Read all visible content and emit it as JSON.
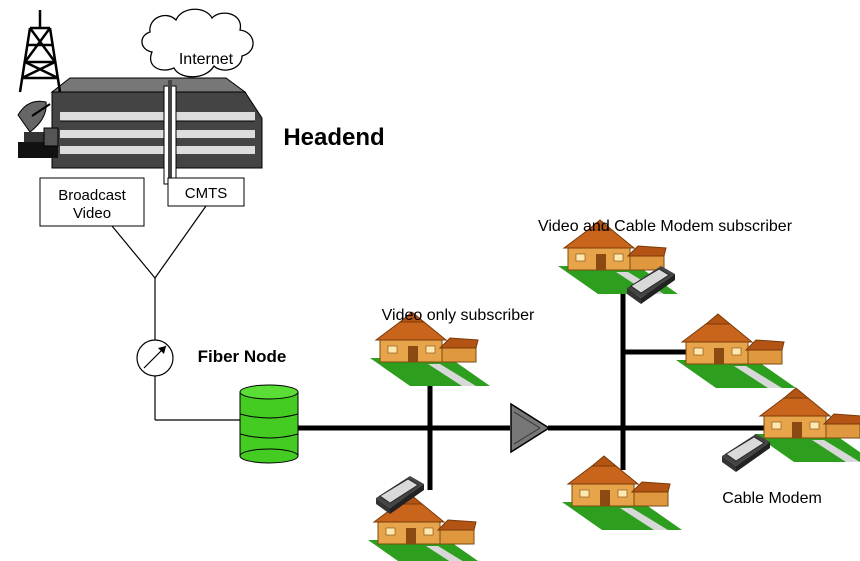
{
  "labels": {
    "internet": "Internet",
    "headend": "Headend",
    "broadcast_line1": "Broadcast",
    "broadcast_line2": "Video",
    "cmts": "CMTS",
    "fiber_node": "Fiber Node",
    "video_only": "Video only subscriber",
    "video_and_cable": "Video and Cable Modem subscriber",
    "cable_modem": "Cable Modem"
  },
  "colors": {
    "fiber_node": "#44cc22",
    "house_wall": "#e8a44a",
    "house_roof": "#c8641c",
    "lawn": "#2e9e1e",
    "road": "#c8c8c8",
    "cable": "#000000"
  }
}
